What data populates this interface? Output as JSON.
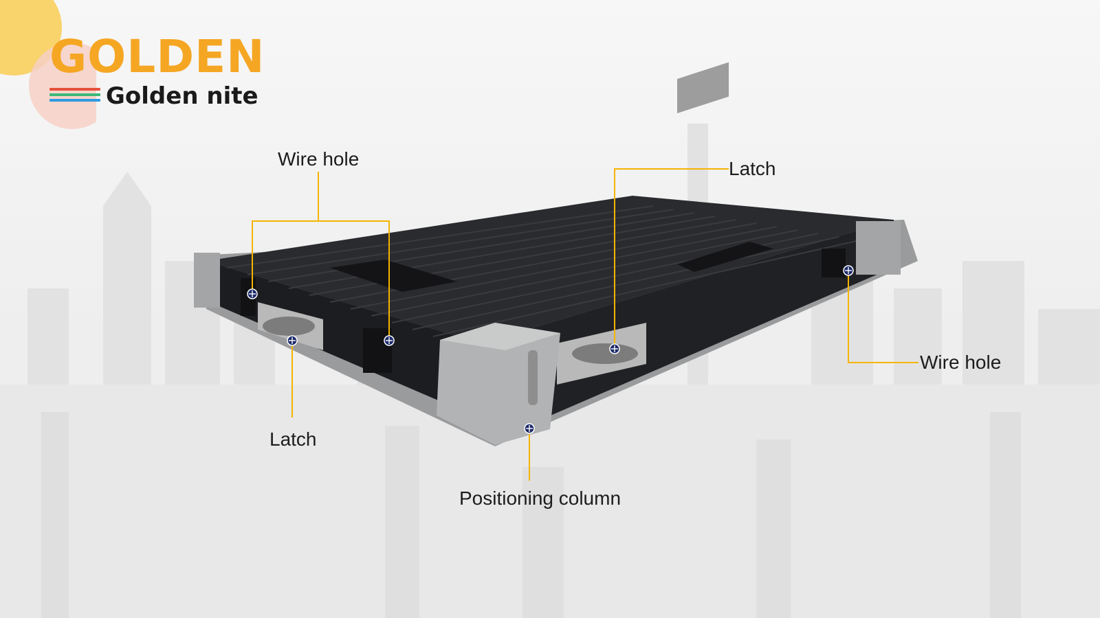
{
  "brand": {
    "wordmark": "GOLDEN",
    "name": "Golden nite",
    "stripe_colors": [
      "#e8503a",
      "#3cb878",
      "#2e9be0"
    ],
    "accent": "#f5a623"
  },
  "callouts": {
    "wire_hole_top": "Wire hole",
    "latch_top": "Latch",
    "latch_bottom": "Latch",
    "wire_hole_right": "Wire hole",
    "positioning_column": "Positioning column"
  },
  "colors": {
    "leader_line": "#f5b400",
    "marker": "#1d2a6b",
    "cabinet_body": "#222326",
    "cabinet_frame": "#9a9b9c"
  }
}
